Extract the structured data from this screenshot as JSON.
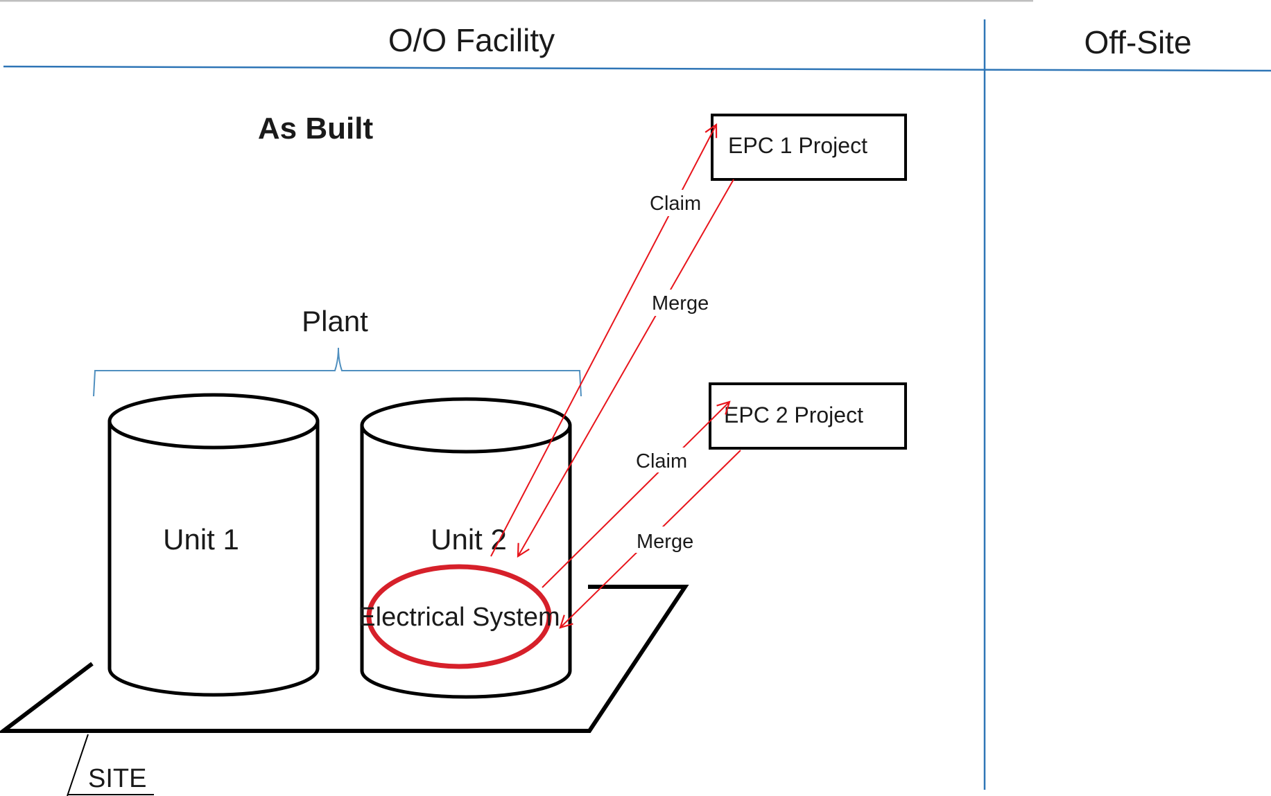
{
  "sections": {
    "facility": "O/O Facility",
    "offsite": "Off-Site"
  },
  "title": "As Built",
  "plant_label": "Plant",
  "units": {
    "unit1": "Unit  1",
    "unit2": "Unit  2"
  },
  "system_label": "Electrical System",
  "site_label": "SITE",
  "projects": {
    "epc1": "EPC 1  Project",
    "epc2": "EPC 2  Project"
  },
  "edges": {
    "epc1_claim": "Claim",
    "epc1_merge": "Merge",
    "epc2_claim": "Claim",
    "epc2_merge": "Merge"
  },
  "colors": {
    "divider": "#2e75b6",
    "arrow": "#e8141b",
    "highlight_ring": "#d6202a",
    "outline": "#000000"
  }
}
